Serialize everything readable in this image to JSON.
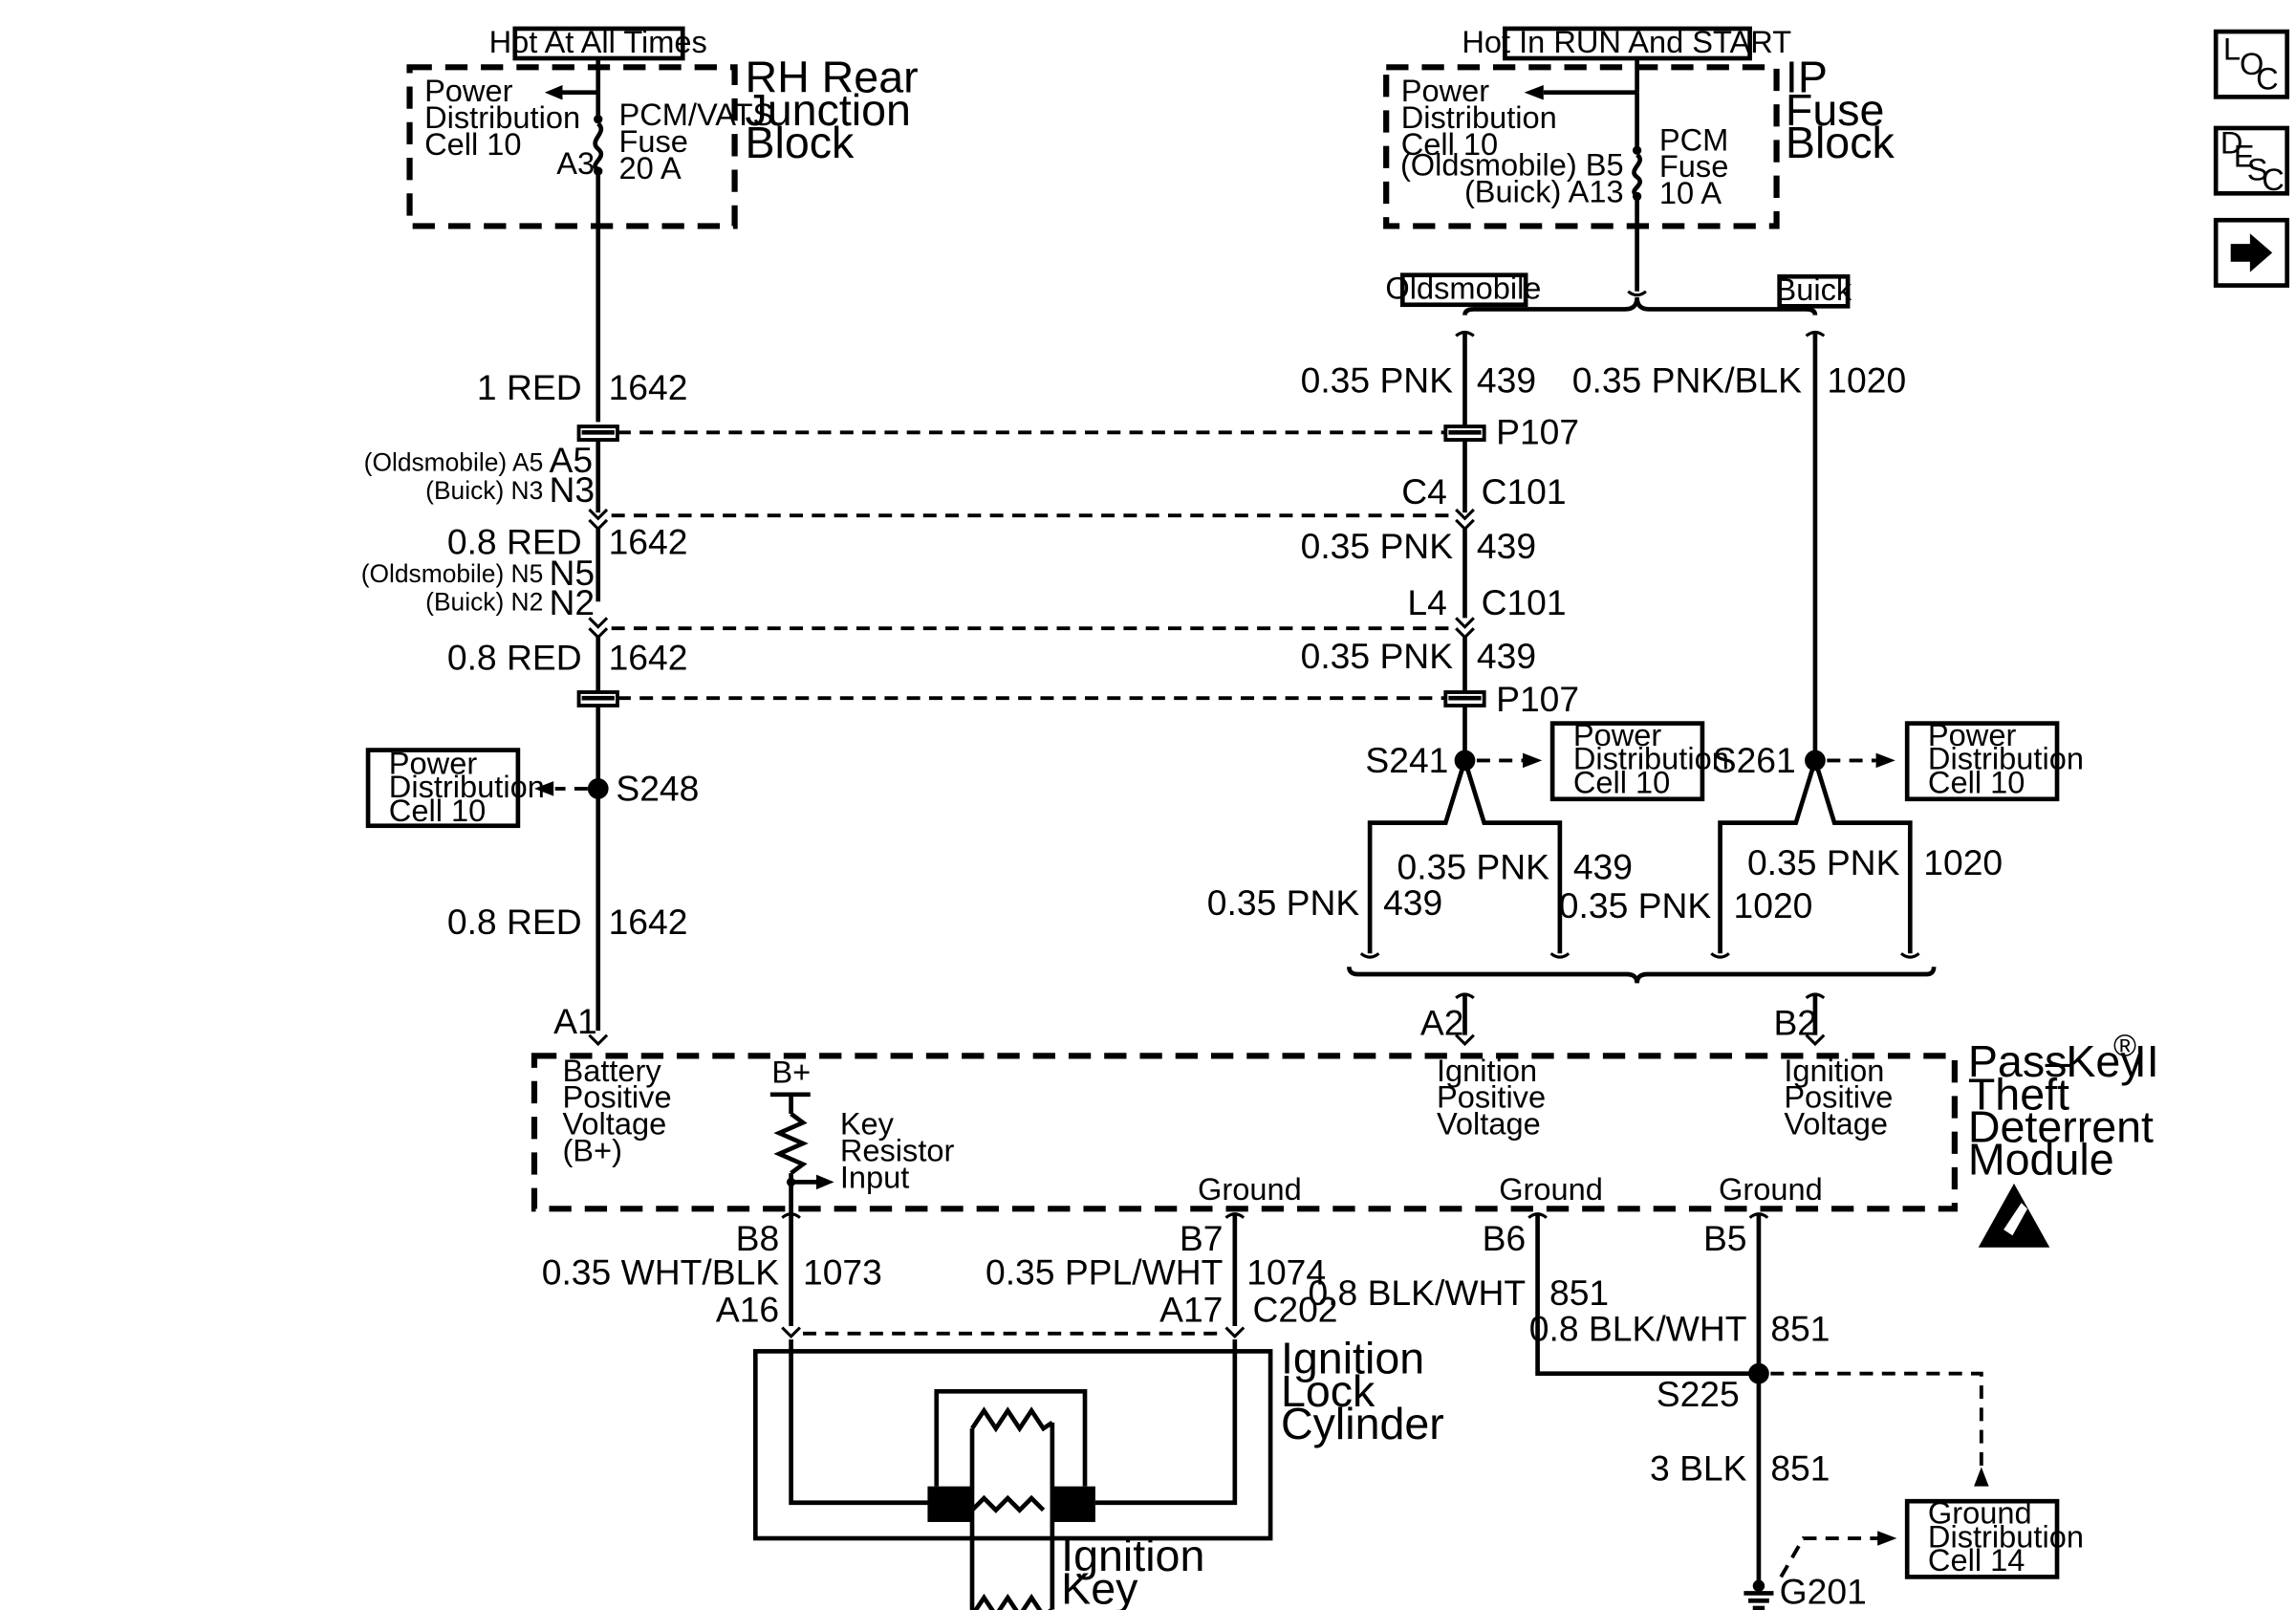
{
  "sources": {
    "hot_at_all_times": "Hot At All Times",
    "hot_in_run_and_start": "Hot In RUN And START"
  },
  "rh_rear_block": {
    "title_line1": "RH Rear",
    "title_line2": "Junction",
    "title_line3": "Block",
    "pd_line1": "Power",
    "pd_line2": "Distribution",
    "pd_line3": "Cell 10",
    "fuse_line1": "PCM/VATS",
    "fuse_line2": "Fuse",
    "fuse_line3": "20 A",
    "terminal": "A3"
  },
  "ip_fuse_block": {
    "title_line1": "IP",
    "title_line2": "Fuse",
    "title_line3": "Block",
    "pd_line1": "Power",
    "pd_line2": "Distribution",
    "pd_line3": "Cell 10",
    "terminal_olds": "(Oldsmobile) B5",
    "terminal_buick": "(Buick) A13",
    "fuse_line1": "PCM",
    "fuse_line2": "Fuse",
    "fuse_line3": "10 A"
  },
  "variants": {
    "oldsmobile": "Oldsmobile",
    "buick": "Buick"
  },
  "circuit_1642": {
    "wire_a": "1 RED",
    "num_a": "1642",
    "term_olds_a5": "(Oldsmobile) A5",
    "term_buick_n3": "(Buick) N3",
    "wire_b": "0.8 RED",
    "num_b": "1642",
    "term_olds_n5": "(Oldsmobile) N5",
    "term_buick_n2": "(Buick) N2",
    "wire_c": "0.8 RED",
    "num_c": "1642",
    "splice": "S248",
    "wire_d": "0.8 RED",
    "num_d": "1642",
    "terminal": "A1"
  },
  "power_distribution_box": {
    "line1": "Power",
    "line2": "Distribution",
    "line3": "Cell 10"
  },
  "circuit_439": {
    "wire_a": "0.35 PNK",
    "num_a": "439",
    "connector_p107": "P107",
    "term_c4": "C4",
    "conn_c101_a": "C101",
    "wire_b": "0.35 PNK",
    "num_b": "439",
    "term_l4": "L4",
    "conn_c101_b": "C101",
    "wire_c": "0.35 PNK",
    "num_c": "439",
    "connector_p107_b": "P107",
    "splice": "S241",
    "branch_left_wire": "0.35 PNK",
    "branch_left_num": "439",
    "branch_right_wire": "0.35 PNK",
    "branch_right_num": "439",
    "terminal": "A2"
  },
  "circuit_1020": {
    "wire_a": "0.35 PNK/BLK",
    "num_a": "1020",
    "splice": "S261",
    "branch_left_wire": "0.35 PNK",
    "branch_left_num": "1020",
    "branch_right_wire": "0.35 PNK",
    "branch_right_num": "1020",
    "terminal": "B2"
  },
  "module": {
    "title_line1": "Pass",
    "title_dash": "–",
    "title_key": "Key",
    "title_reg": "®",
    "title_suffix": "II",
    "title_line2": "Theft",
    "title_line3": "Deterrent",
    "title_line4": "Module",
    "bpv_line1": "Battery",
    "bpv_line2": "Positive",
    "bpv_line3": "Voltage",
    "bpv_line4": "(B+)",
    "bplus": "B+",
    "key_res_line1": "Key",
    "key_res_line2": "Resistor",
    "key_res_line3": "Input",
    "ign_line1": "Ignition",
    "ign_line2": "Positive",
    "ign_line3": "Voltage",
    "ground": "Ground"
  },
  "circuit_1073": {
    "terminal": "B8",
    "wire": "0.35 WHT/BLK",
    "num": "1073",
    "conn_term": "A16"
  },
  "circuit_1074": {
    "terminal": "B7",
    "wire": "0.35 PPL/WHT",
    "num": "1074",
    "conn_term": "A17",
    "connector": "C202"
  },
  "ground_circuit": {
    "term_b6": "B6",
    "wire_b6": "0.8 BLK/WHT",
    "num_b6": "851",
    "term_b5": "B5",
    "wire_b5": "0.8 BLK/WHT",
    "num_b5": "851",
    "splice": "S225",
    "wire_main": "3 BLK",
    "num_main": "851",
    "ground_point": "G201"
  },
  "ground_distribution": {
    "line1": "Ground",
    "line2": "Distribution",
    "line3": "Cell 14"
  },
  "ignition_lock": {
    "line1": "Ignition",
    "line2": "Lock",
    "line3": "Cylinder"
  },
  "ignition_key": {
    "line1": "Ignition",
    "line2": "Key"
  },
  "nav": {
    "loc_l": "L",
    "loc_o": "O",
    "loc_c": "C",
    "desc_d": "D",
    "desc_e": "E",
    "desc_s": "S",
    "desc_c": "C"
  }
}
